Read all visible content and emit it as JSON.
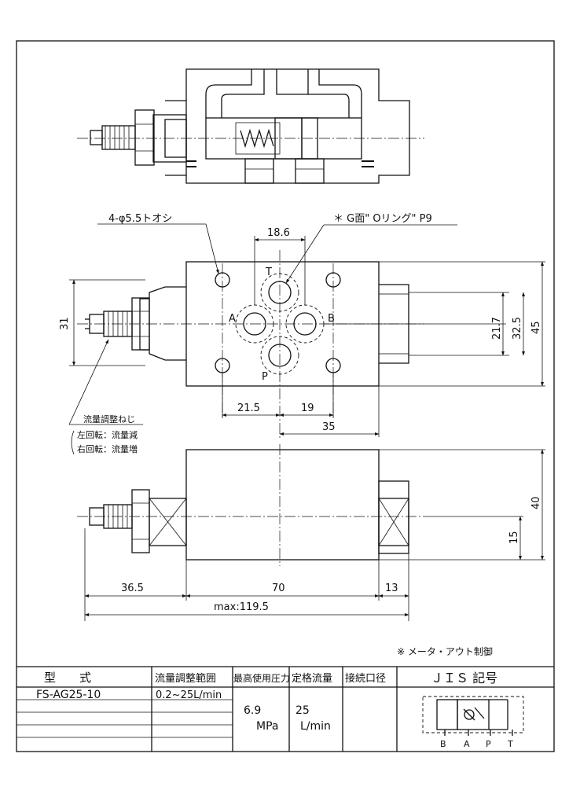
{
  "drawing": {
    "hole_note": "4-φ5.5トオシ",
    "oring_note": "＊ G面\" Oリング\"  P9",
    "adjust_screw_title": "流量調整ねじ",
    "rotation_left": "左回転：流量減",
    "rotation_right": "右回転：流量増",
    "meter_out_note": "※  メータ・アウト制御"
  },
  "ports": {
    "t": "T",
    "a": "A",
    "b": "B",
    "p": "P"
  },
  "dimensions": {
    "d18_6": "18.6",
    "d31": "31",
    "d21_7": "21.7",
    "d32_5": "32.5",
    "d45": "45",
    "d21_5": "21.5",
    "d19": "19",
    "d35": "35",
    "d40": "40",
    "d15": "15",
    "d36_5": "36.5",
    "d70": "70",
    "d13": "13",
    "dmax": "max:119.5"
  },
  "table": {
    "headers": {
      "model": "型　　式",
      "range": "流量調整範囲",
      "pressure": "最高使用圧力",
      "rated_flow": "定格流量",
      "connection": "接続口径",
      "jis": "ＪＩＳ 記号"
    },
    "row": {
      "model": "FS-AG25-10",
      "range": "0.2~25L/min",
      "pressure_value": "6.9",
      "pressure_unit": "MPa",
      "flow_value": "25",
      "flow_unit": "L/min"
    },
    "jis_ports": {
      "b": "B",
      "a": "A",
      "p": "P",
      "t": "T"
    }
  }
}
